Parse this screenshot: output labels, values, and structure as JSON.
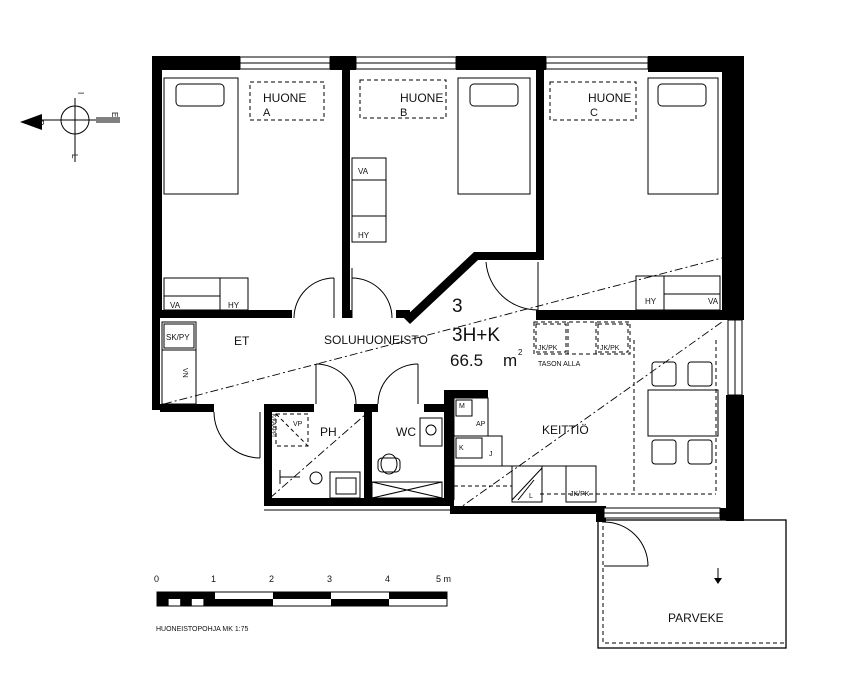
{
  "apartment": {
    "number": "3",
    "type": "3H+K",
    "area_value": "66.5",
    "area_unit": "m"
  },
  "rooms": {
    "room_a": {
      "line1": "HUONE",
      "line2": "A"
    },
    "room_b": {
      "line1": "HUONE",
      "line2": "B"
    },
    "room_c": {
      "line1": "HUONE",
      "line2": "C"
    },
    "hall": "ET",
    "corridor": "SOLUHUONEISTO",
    "bath": "PH",
    "wc": "WC",
    "kitchen": "KEITTIÖ",
    "balcony": "PARVEKE"
  },
  "fixtures": {
    "va": "VA",
    "hy": "HY",
    "sk_py": "SK/PY",
    "vn": "VN",
    "jk_pk": "JK/PK",
    "tason_alla": "TASON ALLA",
    "vp": "VP",
    "ap": "AP",
    "m": "M",
    "k": "K",
    "j": "J",
    "l": "L",
    "kuivaus": "K/KAAPPI"
  },
  "compass": {
    "p": "P",
    "e": "E",
    "i": "I",
    "l": "L"
  },
  "scale": {
    "ticks": [
      "0",
      "1",
      "2",
      "3",
      "4",
      "5 m"
    ],
    "caption": "HUONEISTOPOHJA MK 1:75"
  }
}
